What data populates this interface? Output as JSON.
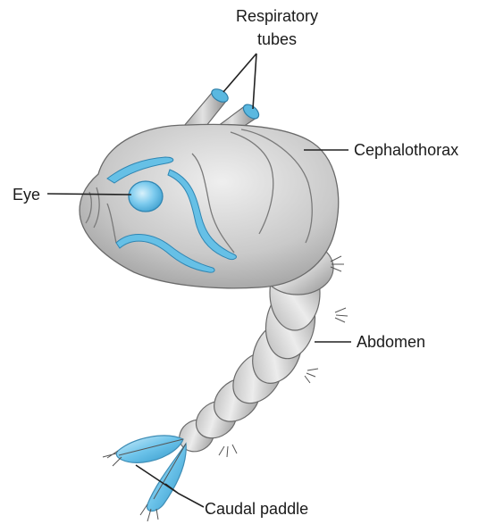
{
  "labels": {
    "respiratory_line1": "Respiratory",
    "respiratory_line2": "tubes",
    "cephalothorax": "Cephalothorax",
    "eye": "Eye",
    "abdomen": "Abdomen",
    "caudal_paddle": "Caudal paddle"
  },
  "colors": {
    "body": "#c8c8c8",
    "body_highlight": "#ededed",
    "eye": "#5ab8e0",
    "paddle": "#7fcdee",
    "outline": "#666666"
  }
}
